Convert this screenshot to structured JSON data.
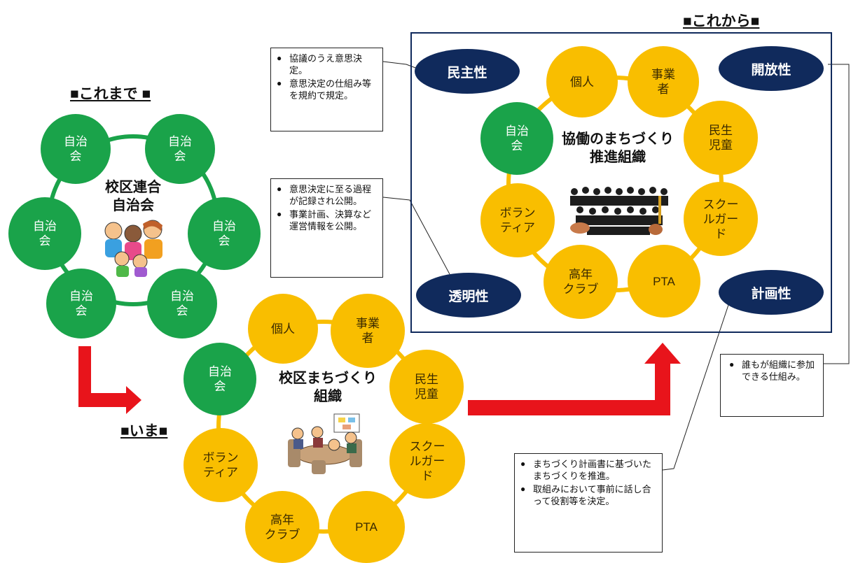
{
  "past": {
    "heading": "■これまで ■",
    "center_label": "校区連合\n自治会",
    "nodes": [
      "自治\n会",
      "自治\n会",
      "自治\n会",
      "自治\n会",
      "自治\n会",
      "自治\n会"
    ]
  },
  "present": {
    "heading": "■いま■",
    "center_label": "校区まちづくり\n組織",
    "nodes": {
      "kojin": "個人",
      "jigyosha": "事業\n者",
      "minsei": "民生\n児童",
      "school_guard": "スクー\nルガー\nド",
      "pta": "PTA",
      "konen": "高年\nクラブ",
      "volunteer": "ボラン\nティア",
      "jichikai": "自治\n会"
    }
  },
  "future": {
    "heading": "■これから■",
    "center_label": "協働のまちづくり\n推進組織",
    "nodes": {
      "kojin": "個人",
      "jigyosha": "事業\n者",
      "minsei": "民生\n児童",
      "school_guard": "スクー\nルガー\nド",
      "pta": "PTA",
      "konen": "高年\nクラブ",
      "volunteer": "ボラン\nティア",
      "jichikai": "自治\n会"
    },
    "principles": {
      "democracy": "民主性",
      "openness": "開放性",
      "transparency": "透明性",
      "planning": "計画性"
    }
  },
  "notes": {
    "democracy": [
      "協議のうえ意思決定。",
      "意思決定の仕組み等を規約で規定。"
    ],
    "transparency": [
      "意思決定に至る過程が記録され公開。",
      "事業計画、決算など運営情報を公開。"
    ],
    "openness": [
      "誰もが組織に参加できる仕組み。"
    ],
    "planning": [
      "まちづくり計画書に基づいたまちづくりを推進。",
      "取組みにおいて事前に話し合って役割等を決定。"
    ]
  },
  "colors": {
    "green": "#1aa34a",
    "yellow": "#f9be00",
    "navy": "#102a5c",
    "arrow_red": "#e8141b"
  }
}
